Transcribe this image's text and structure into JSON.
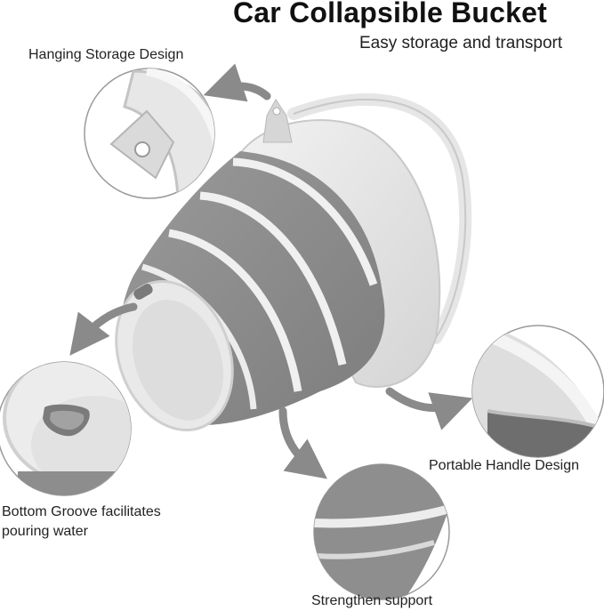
{
  "header": {
    "title": "Car Collapsible Bucket",
    "subtitle": "Easy storage and transport"
  },
  "callouts": {
    "hanging": "Hanging Storage Design",
    "bottom_line1": "Bottom Groove facilitates",
    "bottom_line2": "pouring water",
    "handle": "Portable Handle Design",
    "support": "Strengthen support"
  },
  "colors": {
    "bucket_gray": "#8e8e8e",
    "rim_light": "#e8e8e8",
    "arrow_gray": "#8a8a8a",
    "text": "#222222"
  }
}
